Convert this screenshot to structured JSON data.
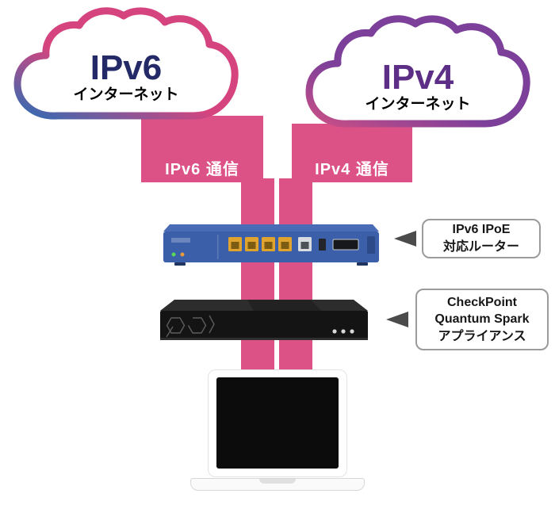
{
  "clouds": {
    "ipv6": {
      "title": "IPv6",
      "subtitle": "インターネット"
    },
    "ipv4": {
      "title": "IPv4",
      "subtitle": "インターネット"
    }
  },
  "flows": {
    "ipv6_label": "IPv6 通信",
    "ipv4_label": "IPv4 通信"
  },
  "callouts": {
    "router": {
      "line1": "IPv6 IPoE",
      "line2": "対応ルーター"
    },
    "appliance": {
      "line1": "CheckPoint",
      "line2": "Quantum Spark",
      "line3": "アプライアンス"
    }
  },
  "colors": {
    "flow_pink": "#dc5287",
    "cloud_ipv6_title": "#242a67",
    "cloud_ipv4_title": "#5d2e86",
    "cloud_ipv6_stroke_a": "#d5447e",
    "cloud_ipv6_stroke_b": "#2e6cb4",
    "cloud_ipv4_stroke_a": "#7c3f9a",
    "cloud_ipv4_stroke_b": "#ca4f86",
    "router_blue": "#3b5fa8",
    "router_blue_light": "#4a6cb6",
    "appliance_black": "#141414",
    "callout_border": "#9b9b9b",
    "pointer_gray": "#4b4b4b",
    "port_yellow": "#dfa32e"
  }
}
